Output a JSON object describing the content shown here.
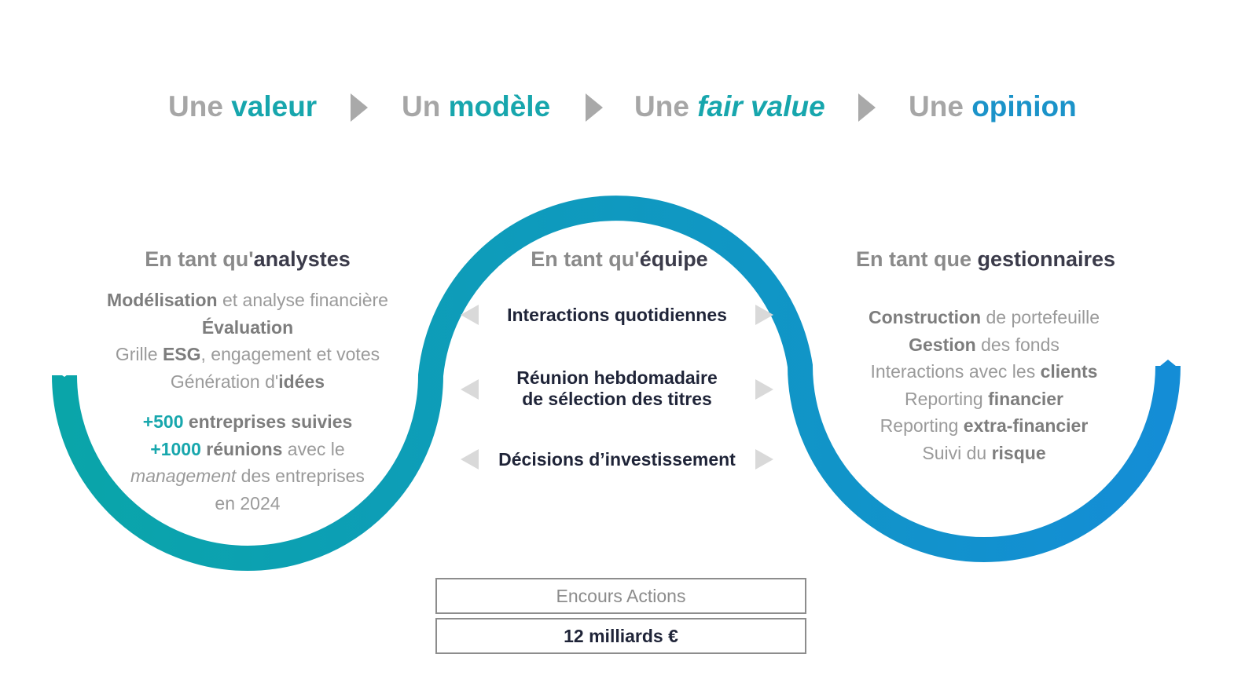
{
  "header": {
    "steps": [
      {
        "pre": "Une ",
        "hl": "valeur"
      },
      {
        "pre": "Un ",
        "hl": "modèle"
      },
      {
        "pre": "Une ",
        "hl": "fair value"
      },
      {
        "pre": "Une ",
        "hl": "opinion"
      }
    ]
  },
  "colors": {
    "wave_start": "#0aa5a9",
    "wave_end": "#148dd6",
    "teal": "#17a6ad",
    "blue": "#1b93c9",
    "gray_text": "#9a9a9a",
    "dark_text": "#1f2438"
  },
  "analysts": {
    "title_pre": "En tant qu'",
    "title_bold": "analystes",
    "l1_bold": "Modélisation",
    "l1_rest": " et analyse financière",
    "l2_bold": "Évaluation",
    "l3_pre": "Grille ",
    "l3_bold": "ESG",
    "l3_rest": ", engagement et votes",
    "l4_pre": "Génération d'",
    "l4_bold": "idées",
    "s1_num": "+500",
    "s1_rest": " entreprises suivies",
    "s2_num": "+1000",
    "s2_bold": " réunions",
    "s2_rest": " avec le",
    "s3_ital": "management",
    "s3_rest": " des entreprises",
    "s4": "en 2024"
  },
  "team": {
    "title_pre": "En tant qu'",
    "title_bold": "équipe",
    "item1": "Interactions quotidiennes",
    "item2_l1": "Réunion hebdomadaire",
    "item2_l2": "de sélection des titres",
    "item3": "Décisions d’investissement"
  },
  "managers": {
    "title_pre": "En tant que ",
    "title_bold": "gestionnaires",
    "l1_bold": "Construction",
    "l1_rest": " de portefeuille",
    "l2_bold": "Gestion",
    "l2_rest": " des fonds",
    "l3_pre": "Interactions avec les ",
    "l3_bold": "clients",
    "l4_pre": "Reporting ",
    "l4_bold": "financier",
    "l5_pre": "Reporting ",
    "l5_bold": "extra-financier",
    "l6_pre": "Suivi du ",
    "l6_bold": "risque"
  },
  "aum": {
    "label": "Encours Actions",
    "value": "12 milliards €"
  }
}
